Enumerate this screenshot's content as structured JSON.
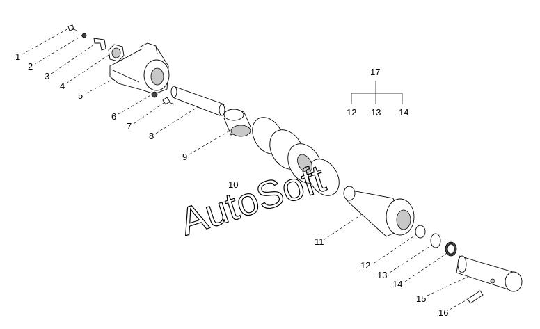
{
  "diagram": {
    "watermark": "AutoSoft",
    "callouts": [
      "1",
      "2",
      "3",
      "4",
      "5",
      "6",
      "7",
      "8",
      "9",
      "10",
      "11",
      "12",
      "13",
      "14",
      "15",
      "16"
    ],
    "group": {
      "label": "17",
      "children": [
        "12",
        "13",
        "14"
      ]
    }
  }
}
